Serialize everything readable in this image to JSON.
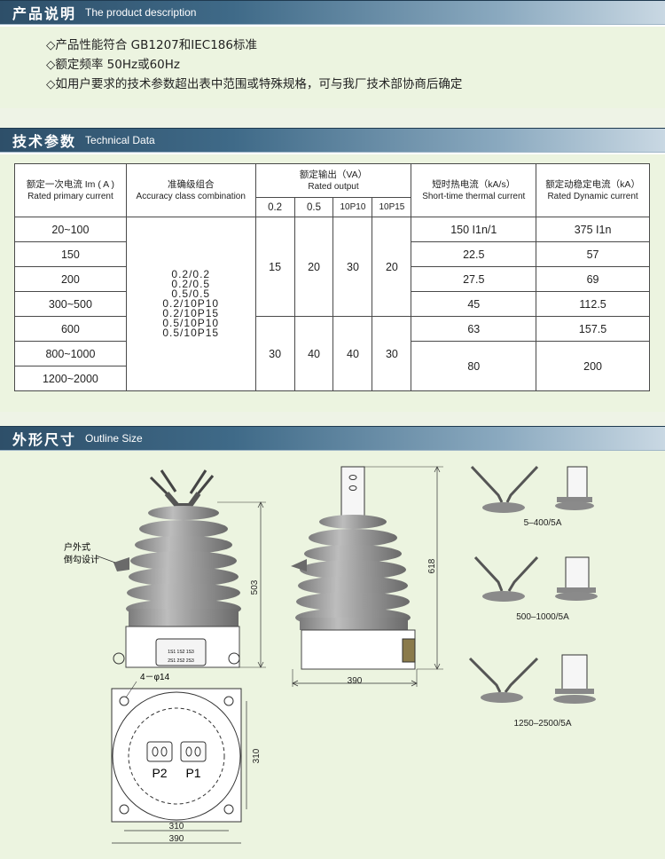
{
  "sections": {
    "description": {
      "zh": "产品说明",
      "en": "The product description"
    },
    "technical": {
      "zh": "技术参数",
      "en": "Technical Data"
    },
    "outline": {
      "zh": "外形尺寸",
      "en": "Outline Size"
    }
  },
  "description_lines": [
    "◇产品性能符合 GB1207和IEC186标准",
    "◇额定频率 50Hz或60Hz",
    "◇如用户要求的技术参数超出表中范围或特殊规格，可与我厂技术部协商后确定"
  ],
  "table": {
    "headers": {
      "primary_zh": "额定一次电流 Im ( A )",
      "primary_en": "Rated primary current",
      "accuracy_zh": "准确级组合",
      "accuracy_en": "Accuracy class combination",
      "output_zh": "额定输出（VA）",
      "output_en": "Rated  output",
      "output_cols": [
        "0.2",
        "0.5",
        "10P10",
        "10P15"
      ],
      "thermal_zh": "短时热电流（kA/s）",
      "thermal_en": "Short-time thermal current",
      "dynamic_zh": "额定动稳定电流（kA）",
      "dynamic_en": "Rated Dynamic current"
    },
    "primary_currents": [
      "20~100",
      "150",
      "200",
      "300~500",
      "600",
      "800~1000",
      "1200~2000"
    ],
    "accuracy_combos": [
      "0.2/0.2",
      "0.2/0.5",
      "0.5/0.5",
      "0.2/10P10",
      "0.2/10P15",
      "0.5/10P10",
      "0.5/10P15"
    ],
    "output_group1": [
      "15",
      "20",
      "30",
      "20"
    ],
    "output_group2": [
      "30",
      "40",
      "40",
      "30"
    ],
    "thermal": [
      "150 I1n/1",
      "22.5",
      "27.5",
      "45",
      "63",
      "80"
    ],
    "dynamic": [
      "375  I1n",
      "57",
      "69",
      "112.5",
      "157.5",
      "200"
    ]
  },
  "drawing": {
    "outdoor_label_1": "户外式",
    "outdoor_label_2": "倒勾设计",
    "height_left": "503",
    "height_right": "618",
    "width_side": "390",
    "holes": "4－φ14",
    "p2": "P2",
    "p1": "P1",
    "plan_side": "310",
    "plan_inner": "310",
    "plan_outer": "390",
    "term_caption_1": "5–400/5A",
    "term_caption_2": "500–1000/5A",
    "term_caption_3": "1250–2500/5A",
    "nameplate_top": "1S1 1S2 1S3",
    "nameplate_bot": "2S1 2S2 2S3"
  }
}
